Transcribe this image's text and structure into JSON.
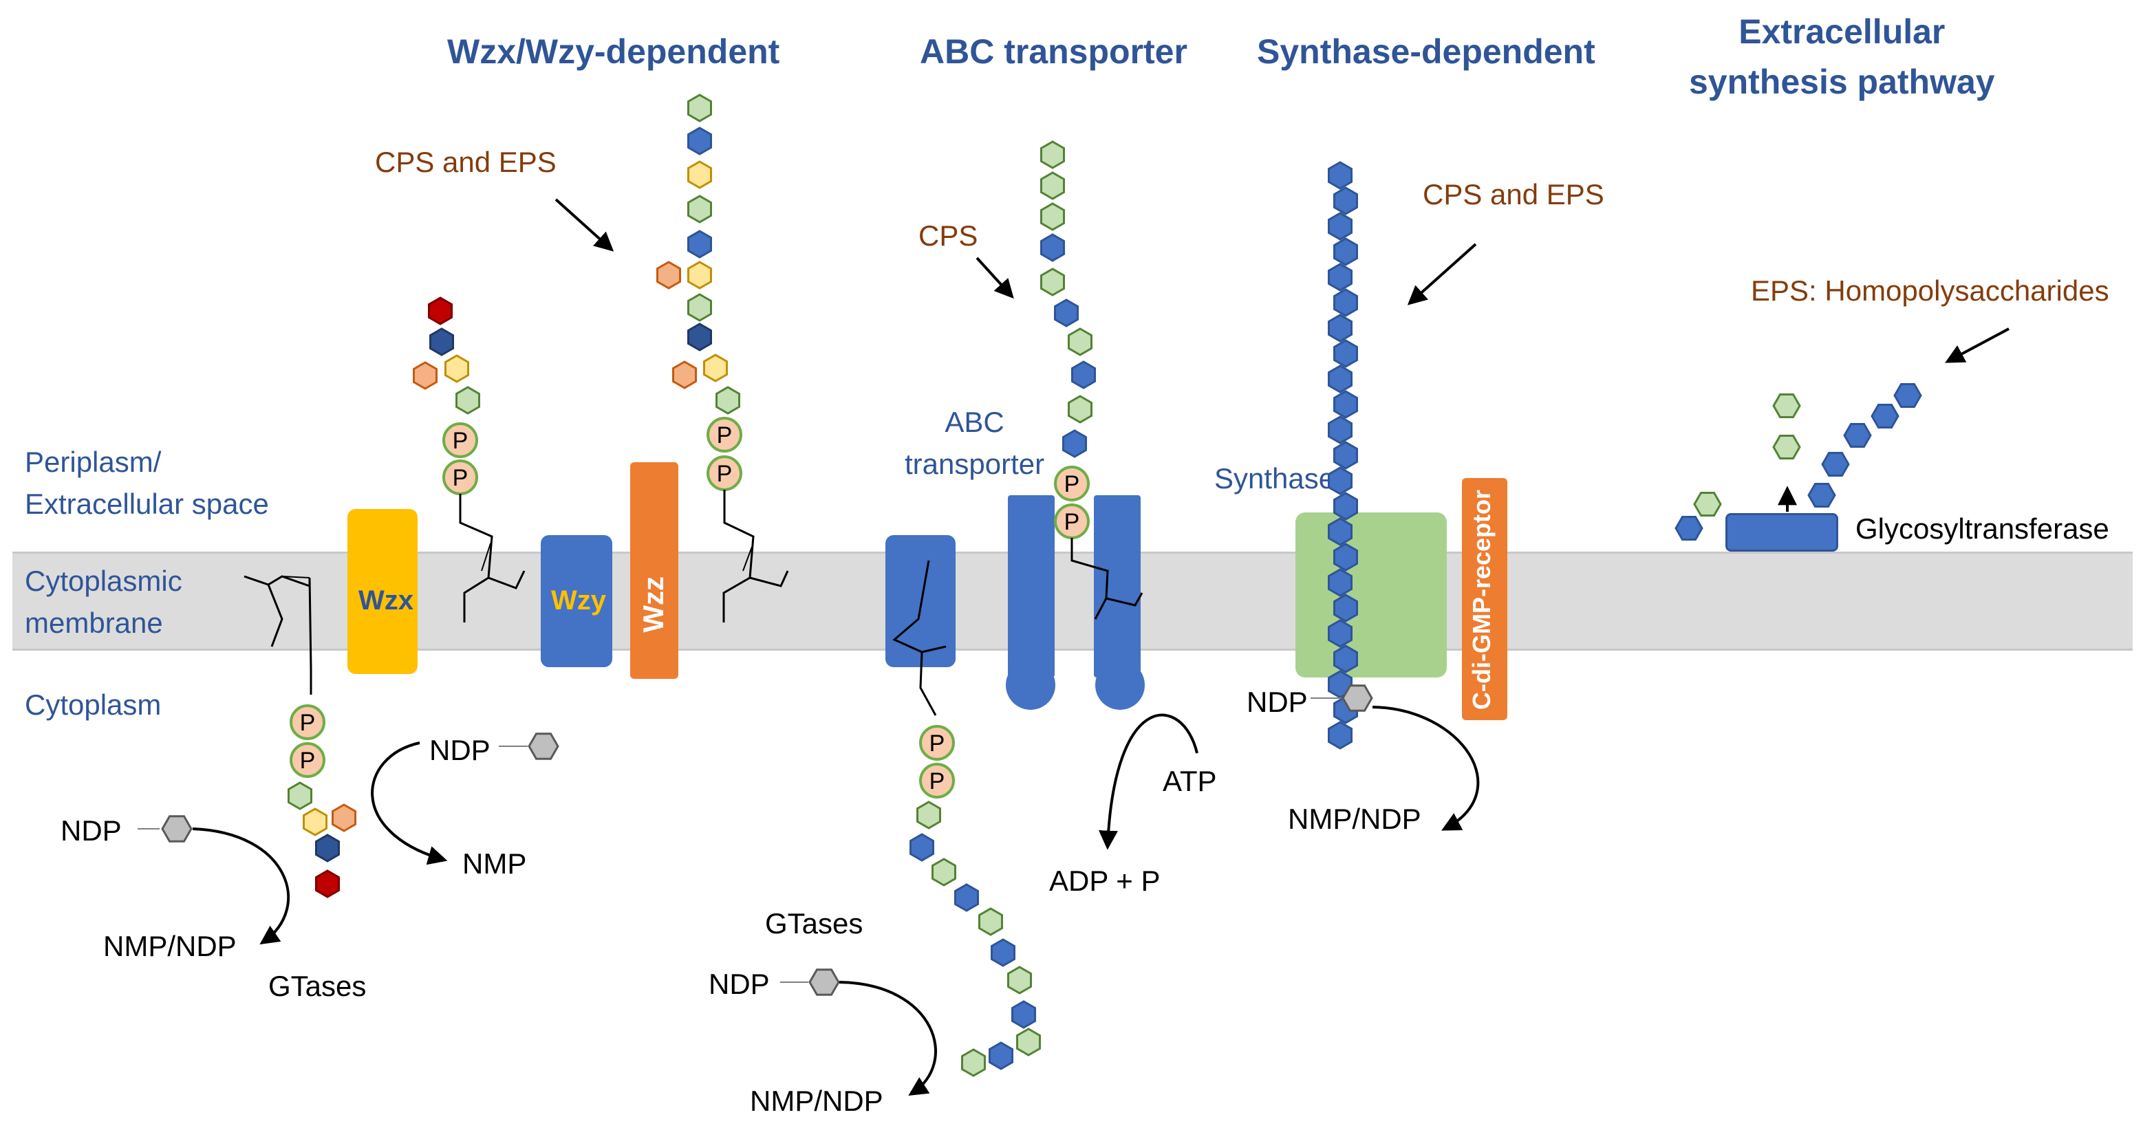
{
  "headers": {
    "wzx_wzy": "Wzx/Wzy-dependent",
    "abc": "ABC transporter",
    "synthase": "Synthase-dependent",
    "extracellular": "Extracellular\nsynthesis pathway"
  },
  "regions": {
    "periplasm": "Periplasm/\nExtracellular  space",
    "membrane": "Cytoplasmic\nmembrane",
    "cytoplasm": "Cytoplasm"
  },
  "labels": {
    "cps_eps_1": "CPS and EPS",
    "cps": "CPS",
    "cps_eps_2": "CPS and EPS",
    "eps_homo": "EPS: Homopolysaccharides",
    "abc_transporter": "ABC\ntransporter",
    "synthase": "Synthase",
    "glycosyltransferase": "Glycosyltransferase"
  },
  "proteins": {
    "wzx": "Wzx",
    "wzy": "Wzy",
    "wzz": "Wzz",
    "cdigmp": "C-di-GMP-receptor"
  },
  "phosphate": "P",
  "reactions": {
    "ndp_wzx_left": "NDP",
    "nmp_ndp_wzx": "NMP/NDP",
    "gtases_wzx": "GTases",
    "ndp_wzx_right": "NDP",
    "nmp_wzx": "NMP",
    "gtases_abc": "GTases",
    "ndp_abc": "NDP",
    "nmp_ndp_abc": "NMP/NDP",
    "atp": "ATP",
    "adp_p": "ADP + P",
    "ndp_synth": "NDP",
    "nmp_ndp_synth": "NMP/NDP"
  },
  "colors": {
    "membrane": "#dcdcdc",
    "wzx": "#ffc000",
    "wzy": "#4472c4",
    "wzz": "#ed7d31",
    "abc": "#4472c4",
    "synthase": "#a9d18e",
    "cdigmp": "#ed7d31",
    "header_blue": "#2f5597",
    "label_brown": "#843c0c",
    "hex_blue": "#4472c4",
    "hex_darkblue": "#2f5597",
    "hex_green": "#c5e0b4",
    "hex_yellow": "#ffe699",
    "hex_orange": "#f4b183",
    "hex_red": "#c00000",
    "hex_grey": "#bfbfbf",
    "phosphate_fill": "#f8cbad",
    "phosphate_stroke": "#70ad47"
  }
}
